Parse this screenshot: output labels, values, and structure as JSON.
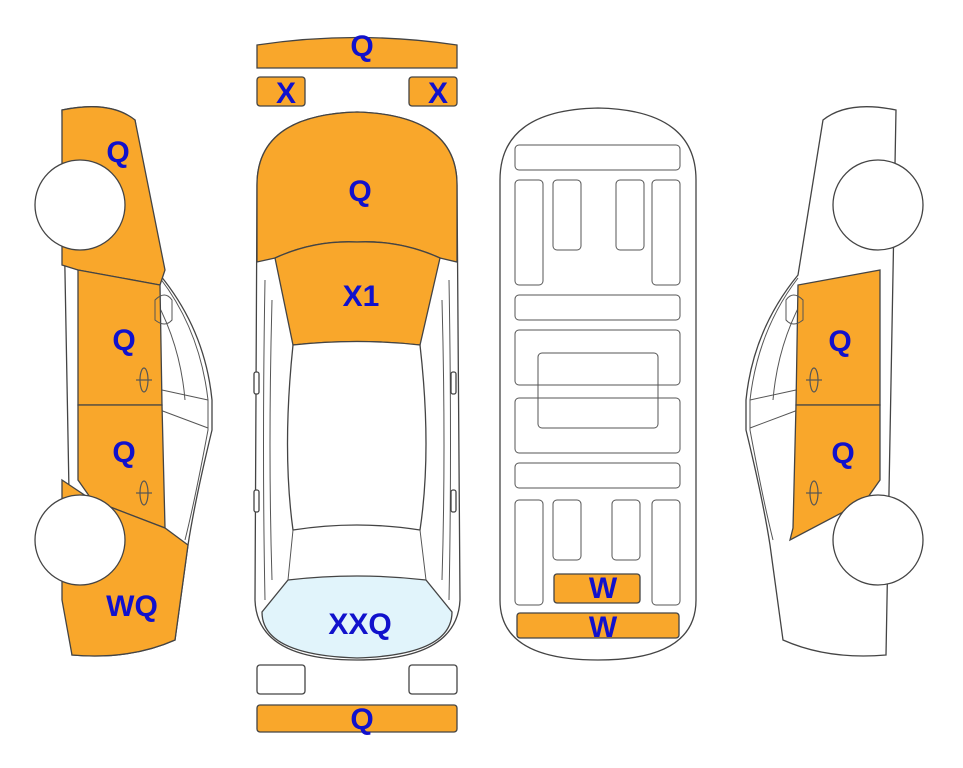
{
  "colors": {
    "damage_fill": "#F9A72B",
    "glass_fill": "#E1F4FB",
    "label": "#1111CC",
    "outline": "#444444"
  },
  "labels": {
    "front_bumper": "Q",
    "left_fog_lamp": "X",
    "right_fog_lamp": "X",
    "hood": "Q",
    "windshield": "X1",
    "rear_window": "XXQ",
    "rear_bumper": "Q",
    "left_front_fender": "Q",
    "left_front_door": "Q",
    "left_rear_door": "Q",
    "left_rear_quarter": "WQ",
    "right_front_door": "Q",
    "right_rear_door": "Q",
    "underbody_rear_panel": "W",
    "underbody_rear_sill": "W"
  }
}
